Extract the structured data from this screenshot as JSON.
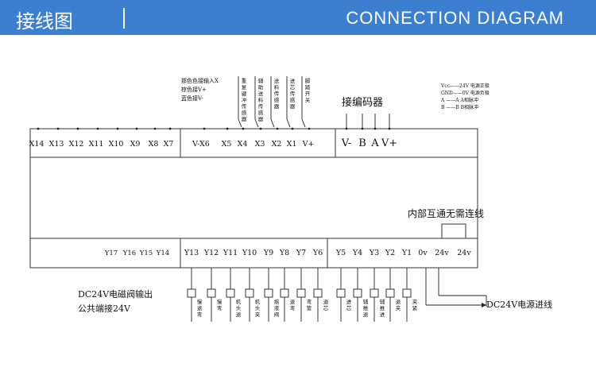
{
  "header": {
    "title_cn": "接线图",
    "title_en": "CONNECTION  DIAGRAM"
  },
  "top_terminals_left": [
    "X14",
    "X13",
    "X12",
    "X11",
    "X10",
    "X9",
    "X8",
    "X7"
  ],
  "top_terminals_mid": [
    "V-X6",
    "X5",
    "X4",
    "X3",
    "X2",
    "X1",
    "V+"
  ],
  "top_terminals_enc": [
    "V-",
    "B",
    "A",
    "V+"
  ],
  "bottom_terminals_left": [
    "Y17",
    "Y16",
    "Y15",
    "Y14"
  ],
  "bottom_terminals_mid": [
    "Y13",
    "Y12",
    "Y11",
    "Y10",
    "Y9",
    "Y8",
    "Y7",
    "Y6"
  ],
  "bottom_terminals_right": [
    "Y5",
    "Y4",
    "Y3",
    "Y2",
    "Y1",
    "0v",
    "24v",
    "24v"
  ],
  "sensor_note": [
    "那色色接输入X",
    "棕色接V+",
    "蓝色接V-"
  ],
  "sensors": [
    "重复键冲传感器",
    "辅助送料传感器",
    "送料传感器",
    "进芯传感器",
    "脚踏开关"
  ],
  "encoder_label": "接编码器",
  "encoder_legend": [
    "Vcc——24V 电源正极",
    "GND——0V 电源负极",
    "A ——A A相脉冲",
    "B ——B B相脉冲"
  ],
  "internal_note": "内部互通无需连线",
  "solenoid_note": [
    "DC24V电磁阀输出",
    "公共端接24V"
  ],
  "power_note": "DC24V电源进线",
  "valves_mid": [
    "慢退弯",
    "慢弯",
    "机头退",
    "机头夹",
    "摇液阀",
    "退弯",
    "弯管",
    "退芯"
  ],
  "valves_right": [
    "进芯",
    "辅推退",
    "辅推进",
    "退夹",
    "夹紧"
  ]
}
